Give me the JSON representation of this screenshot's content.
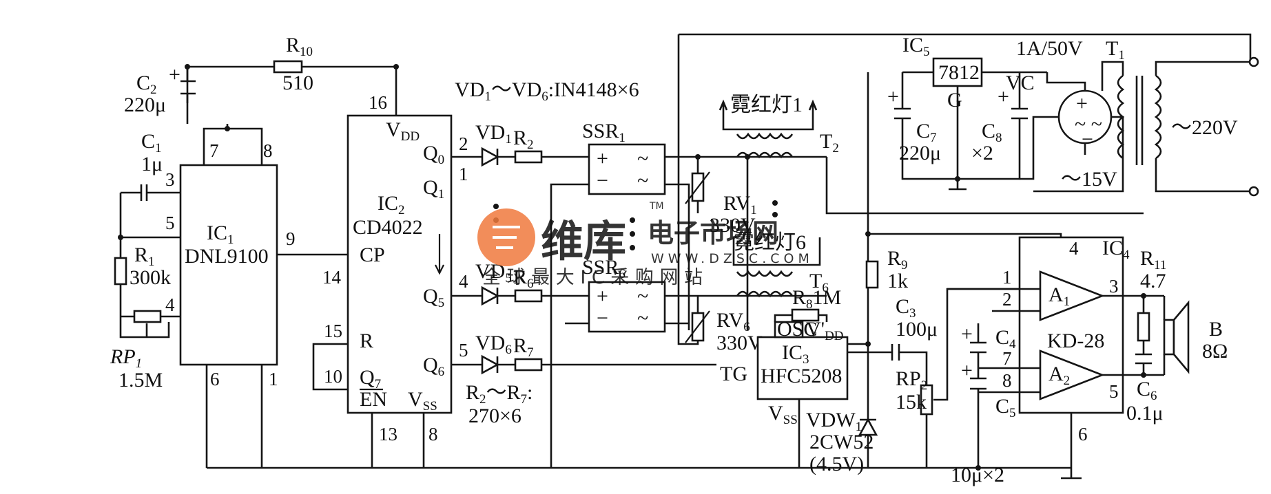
{
  "components": {
    "r10": {
      "ref": "R",
      "ref_sub": "10",
      "value": "510"
    },
    "c2": {
      "ref": "C",
      "ref_sub": "2",
      "value": "220μ"
    },
    "c1": {
      "ref": "C",
      "ref_sub": "1",
      "value": "1μ"
    },
    "r1": {
      "ref": "R",
      "ref_sub": "1",
      "value": "300k"
    },
    "rp1": {
      "ref": "RP",
      "ref_sub": "1",
      "value": "1.5M"
    },
    "ic1": {
      "ref": "IC",
      "ref_sub": "1",
      "part": "DNL9100",
      "pins": [
        "7",
        "8",
        "3",
        "5",
        "4",
        "9",
        "6",
        "1"
      ]
    },
    "ic2": {
      "ref": "IC",
      "ref_sub": "2",
      "part": "CD4022",
      "vdd": "V",
      "vdd_sub": "DD",
      "vss": "V",
      "vss_sub": "SS",
      "q0": "Q",
      "q0_sub": "0",
      "q1": "Q",
      "q1_sub": "1",
      "q5": "Q",
      "q5_sub": "5",
      "q6": "Q",
      "q6_sub": "6",
      "q7": "Q",
      "q7_sub": "7",
      "cp": "CP",
      "r": "R",
      "en": "EN",
      "pins": [
        "16",
        "2",
        "1",
        "14",
        "4",
        "15",
        "10",
        "5",
        "13",
        "8"
      ]
    },
    "diodes_note": {
      "a": "VD",
      "a_sub": "1",
      "mid": "～VD",
      "mid_sub": "6",
      "rest": ":IN4148×6"
    },
    "vd1": {
      "ref": "VD",
      "ref_sub": "1"
    },
    "vd5": {
      "ref": "VD",
      "ref_sub": "5"
    },
    "vd6": {
      "ref": "VD",
      "ref_sub": "6"
    },
    "r2": {
      "ref": "R",
      "ref_sub": "2"
    },
    "r6": {
      "ref": "R",
      "ref_sub": "6"
    },
    "r7": {
      "ref": "R",
      "ref_sub": "7"
    },
    "resistors_note": {
      "a": "R",
      "a_sub": "2",
      "mid": "～R",
      "mid_sub": "7",
      "colon": ":",
      "value": "270×6"
    },
    "ssr1": {
      "ref": "SSR",
      "ref_sub": "1",
      "plus": "+",
      "minus": "−",
      "tilde": "~"
    },
    "ssr6": {
      "ref": "SSR",
      "ref_sub": "6"
    },
    "lamp1": "霓红灯1",
    "lamp6": "霓红灯6",
    "t2": {
      "ref": "T",
      "ref_sub": "2"
    },
    "t6": {
      "ref": "T",
      "ref_sub": "6"
    },
    "rv1": {
      "ref": "RV",
      "ref_sub": "1",
      "value": "330V"
    },
    "rv6": {
      "ref": "RV",
      "ref_sub": "6",
      "value": "330V"
    },
    "ic5": {
      "ref": "IC",
      "ref_sub": "5",
      "part": "7812",
      "g": "G"
    },
    "c7": {
      "ref": "C",
      "ref_sub": "7",
      "value": "220μ"
    },
    "c8": {
      "ref": "C",
      "ref_sub": "8",
      "value": "×2"
    },
    "bridge": {
      "rating": "1A/50V",
      "ref": "VC"
    },
    "t1": {
      "ref": "T",
      "ref_sub": "1",
      "secondary": "～15V",
      "mains": "～220V"
    },
    "r9": {
      "ref": "R",
      "ref_sub": "9",
      "value": "1k"
    },
    "r8": {
      "ref": "R",
      "ref_sub": "8",
      "value": "1M"
    },
    "c3": {
      "ref": "C",
      "ref_sub": "3",
      "value": "100μ"
    },
    "ic3": {
      "ref": "IC",
      "ref_sub": "3",
      "part": "HFC5208",
      "osc": "OSC",
      "vdd": "V'",
      "vdd_sub": "DD",
      "vss": "V",
      "vss_sub": "SS",
      "tg": "TG"
    },
    "rp2": {
      "ref": "RP",
      "ref_sub": "2",
      "value": "15k"
    },
    "vdw1": {
      "ref": "VDW",
      "ref_sub": "1",
      "part": "2CW52",
      "value": "(4.5V)"
    },
    "c4": {
      "ref": "C",
      "ref_sub": "4"
    },
    "c5": {
      "ref": "C",
      "ref_sub": "5",
      "value": "10μ×2"
    },
    "ic4": {
      "ref": "IC",
      "ref_sub": "4",
      "part": "KD-28",
      "a1": "A",
      "a1_sub": "1",
      "a2": "A",
      "a2_sub": "2",
      "pins": [
        "4",
        "1",
        "2",
        "3",
        "7",
        "8",
        "5",
        "6"
      ]
    },
    "r11": {
      "ref": "R",
      "ref_sub": "11",
      "value": "4.7"
    },
    "c6": {
      "ref": "C",
      "ref_sub": "6",
      "value": "0.1μ"
    },
    "speaker": {
      "ref": "B",
      "value": "8Ω"
    }
  },
  "watermark": {
    "brand": "维库",
    "site_cn": "电子市场网",
    "url": "WWW.DZSC.COM",
    "slogan": "全 球 最 大 I C 采 购 网 站",
    "tm": "TM"
  },
  "colors": {
    "ink": "#151515",
    "watermark": "#f07a3e"
  },
  "icons": {
    "ssr": "ac-tilde-glyph",
    "varistor": "varistor-slash",
    "lamp": "neon-coil",
    "bridge": "bridge-rectifier-circle"
  }
}
